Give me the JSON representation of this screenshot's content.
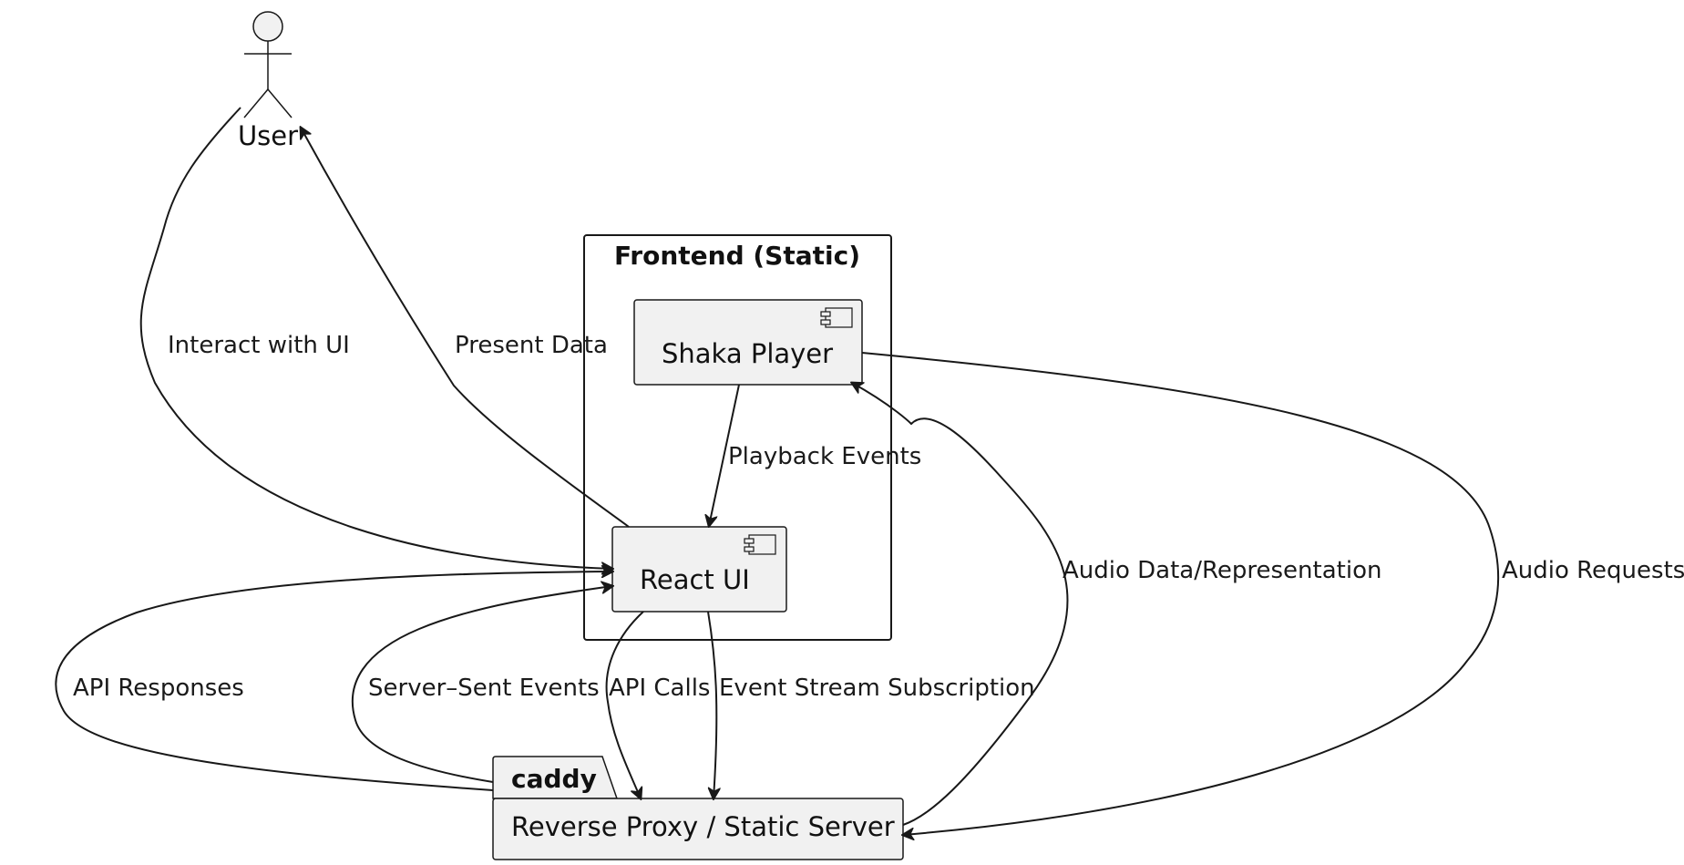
{
  "actor": {
    "label": "User"
  },
  "frontend": {
    "title": "Frontend (Static)",
    "components": {
      "shaka": "Shaka Player",
      "react": "React UI"
    }
  },
  "package": {
    "name": "caddy",
    "node": "Reverse Proxy / Static Server"
  },
  "edges": {
    "interact": "Interact with UI",
    "present": "Present Data",
    "playback": "Playback Events",
    "audio_data": "Audio Data/Representation",
    "audio_requests": "Audio Requests",
    "api_responses": "API Responses",
    "sse": "Server–Sent Events",
    "api_calls": "API Calls",
    "event_stream": "Event Stream Subscription"
  }
}
